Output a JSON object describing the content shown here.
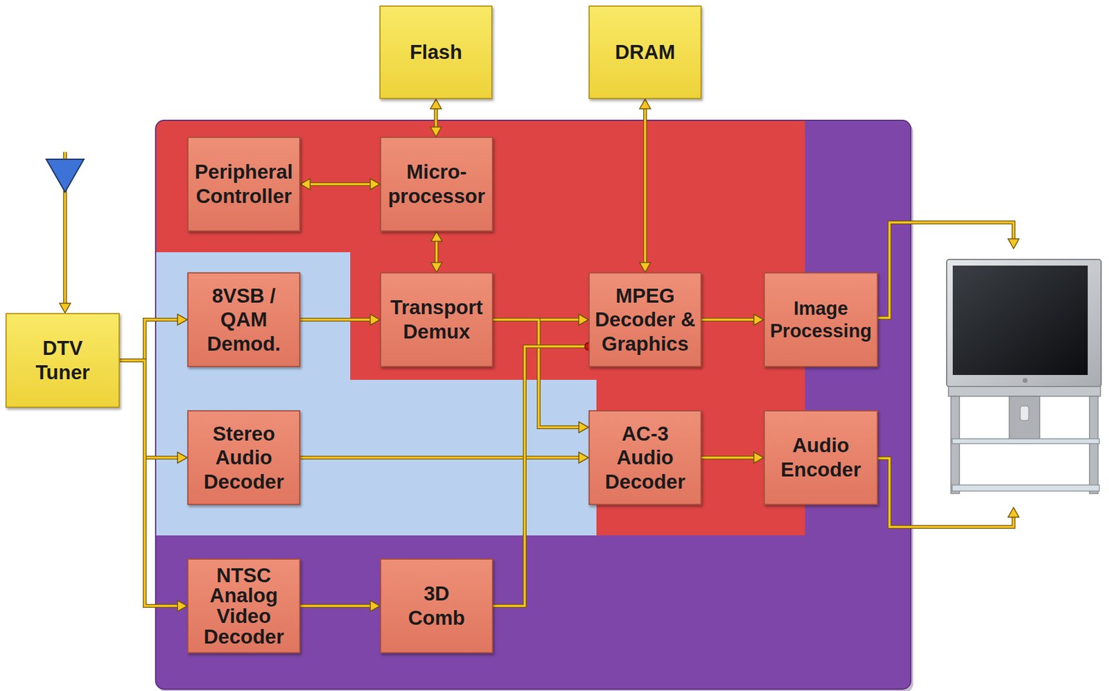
{
  "diagram": {
    "nodes": [
      {
        "text": [
          "Flash"
        ]
      },
      {
        "text": [
          "DRAM"
        ]
      },
      {
        "text": [
          "Peripheral Controller"
        ]
      },
      {
        "text": [
          "Micro- processor"
        ]
      },
      {
        "text": [
          "DTV Tuner"
        ]
      },
      {
        "text": [
          "8VSB / QAM Demod."
        ]
      },
      {
        "text": [
          "Transport Demux"
        ]
      },
      {
        "text": [
          "MPEG Decoder & Graphics"
        ]
      },
      {
        "text": [
          "Image Processing"
        ]
      },
      {
        "text": [
          "Stereo Audio Decoder"
        ]
      },
      {
        "text": [
          "AC-3 Audio Decoder"
        ]
      },
      {
        "text": [
          "Audio Encoder"
        ]
      },
      {
        "text": [
          "NTSC Analog Video Decoder"
        ]
      },
      {
        "text": [
          "3D Comb"
        ]
      }
    ],
    "edges": [
      {
        "from": 0,
        "to": 3,
        "arrow": "both"
      },
      {
        "from": 1,
        "to": 7,
        "arrow": "both"
      },
      {
        "from": 2,
        "to": 3,
        "arrow": "both"
      },
      {
        "from": 3,
        "to": 6,
        "arrow": "both"
      },
      {
        "from": 4,
        "to": 5,
        "arrow": "to"
      },
      {
        "from": 4,
        "to": 9,
        "arrow": "to"
      },
      {
        "from": 4,
        "to": 12,
        "arrow": "to"
      },
      {
        "from": 5,
        "to": 6,
        "arrow": "to"
      },
      {
        "from": 6,
        "to": 7,
        "arrow": "to"
      },
      {
        "from": 6,
        "to": 10,
        "arrow": "to"
      },
      {
        "from": 9,
        "to": 10,
        "arrow": "to"
      },
      {
        "from": 12,
        "to": 13,
        "arrow": "to"
      },
      {
        "from": 13,
        "to": 7,
        "arrow": "none"
      },
      {
        "from": 7,
        "to": 8,
        "arrow": "to"
      },
      {
        "from": 10,
        "to": 11,
        "arrow": "to"
      }
    ]
  }
}
